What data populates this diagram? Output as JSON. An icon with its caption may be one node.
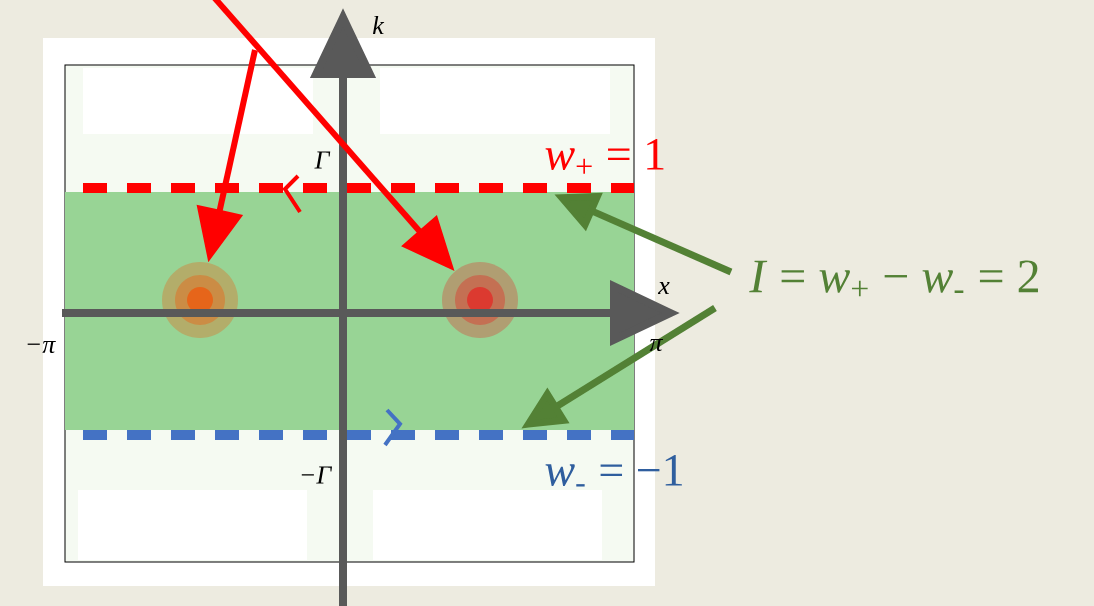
{
  "diagram": {
    "nodes": [
      {
        "text": [],
        "shape": "circle"
      },
      {
        "text": [],
        "shape": "circle"
      },
      {
        "text": [],
        "shape": "bar",
        "beside": [
          "*w*$_{+}$ = 1"
        ]
      },
      {
        "text": [],
        "shape": "bar",
        "beside": [
          "*w*$_{-}$ = −1"
        ]
      },
      {
        "text": [
          "*I* = *w*$_{+}$ − *w*$_{-}$ = 2"
        ]
      }
    ],
    "edges": [
      {
        "from": null,
        "to": 0,
        "arrow": "to",
        "color": "#ff0000"
      },
      {
        "from": null,
        "to": 1,
        "arrow": "to",
        "color": "#ff0000"
      },
      {
        "from": 4,
        "to": 2,
        "arrow": "to",
        "color": "#538135"
      },
      {
        "from": 4,
        "to": 3,
        "arrow": "to",
        "color": "#538135"
      }
    ],
    "labels": [
      "k",
      "Γ",
      "x",
      "−π",
      "π",
      "−Γ"
    ]
  }
}
